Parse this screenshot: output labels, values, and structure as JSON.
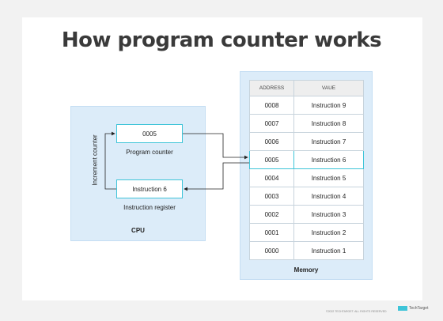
{
  "title": "How program counter works",
  "cpu": {
    "label": "CPU",
    "increment_label": "Increment counter",
    "program_counter": {
      "value": "0005",
      "caption": "Program counter"
    },
    "instruction_register": {
      "value": "Instruction 6",
      "caption": "Instruction register"
    }
  },
  "memory": {
    "label": "Memory",
    "headers": {
      "address": "ADDRESS",
      "value": "VAUE"
    },
    "rows": [
      {
        "address": "0008",
        "value": "Instruction 9"
      },
      {
        "address": "0007",
        "value": "Instruction 8"
      },
      {
        "address": "0006",
        "value": "Instruction 7"
      },
      {
        "address": "0005",
        "value": "Instruction 6"
      },
      {
        "address": "0004",
        "value": "Instruction 5"
      },
      {
        "address": "0003",
        "value": "Instruction 4"
      },
      {
        "address": "0002",
        "value": "Instruction 3"
      },
      {
        "address": "0001",
        "value": "Instruction 2"
      },
      {
        "address": "0000",
        "value": "Instruction 1"
      }
    ],
    "highlighted_address": "0005"
  },
  "footer": {
    "copyright": "©2022 TECHTARGET. ALL RIGHTS RESERVED",
    "brand": "TechTarget"
  },
  "colors": {
    "panel": "#dcecf9",
    "accent": "#3ec4d8",
    "title": "#3a3a3a"
  }
}
